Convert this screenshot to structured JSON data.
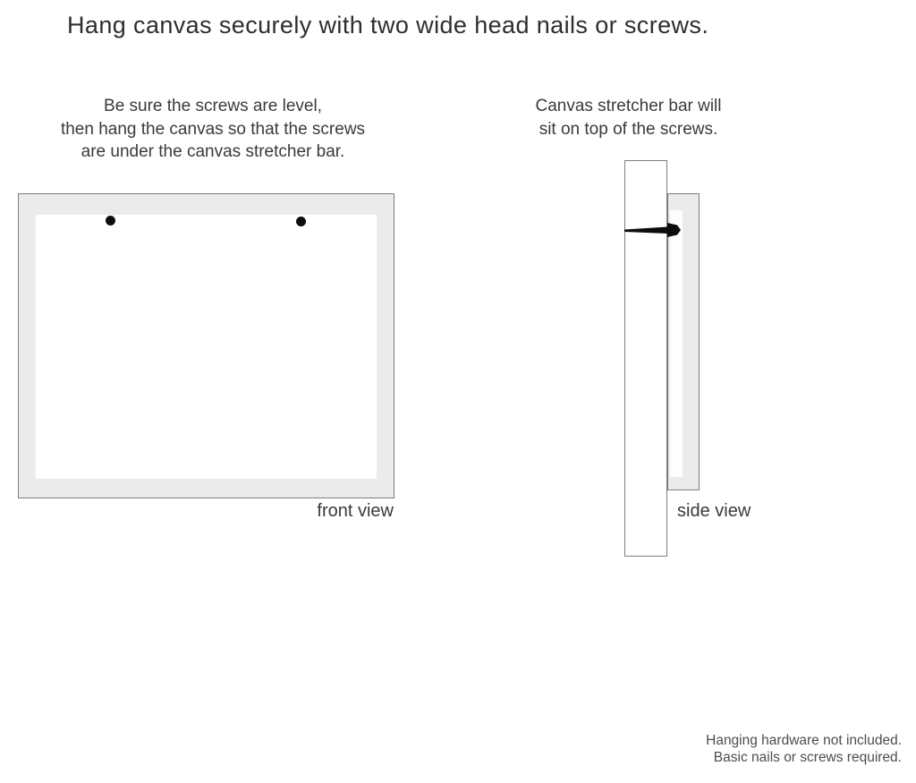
{
  "page": {
    "title": "Hang canvas securely with two wide head nails or screws."
  },
  "instructions": {
    "left": "Be sure the screws are level,\nthen hang the canvas so that the screws\nare under the canvas stretcher bar.",
    "right": "Canvas stretcher bar will\nsit on top of the screws."
  },
  "diagrams": {
    "front_view": {
      "label": "front view",
      "nail_count": 2
    },
    "side_view": {
      "label": "side view"
    }
  },
  "footer": {
    "note": "Hanging hardware not included.\nBasic nails or screws required."
  },
  "colors": {
    "canvas_fill": "#ebebeb",
    "canvas_border": "#7d7d7d",
    "nail": "#0d0d0d",
    "text": "#3a3a3a",
    "footer_text": "#4d4d4d"
  }
}
